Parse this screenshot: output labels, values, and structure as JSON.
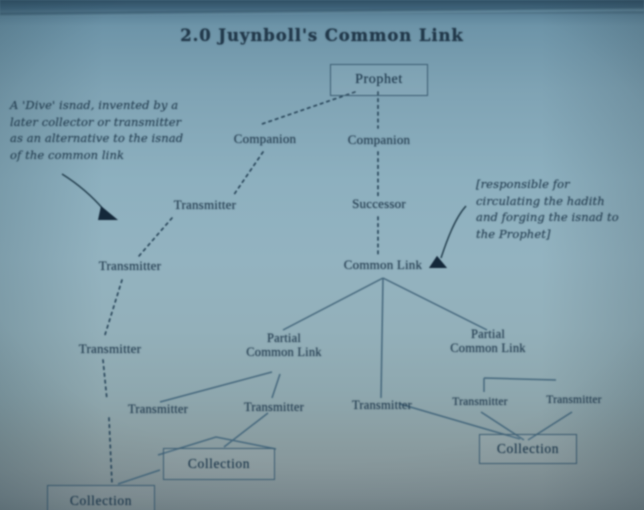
{
  "slide": {
    "title": "2.0 Juynboll's Common Link",
    "medium": "photographed projection slide",
    "palette": {
      "screen_blue": "#8db0bf",
      "screen_grey": "#7e8d92",
      "ink": "#2a4356",
      "line": "#46687d",
      "arrowhead": "#14283a",
      "top_bar": "#2f4f63"
    }
  },
  "annotations": {
    "left": "A 'Dive' isnad, invented by a\nlater collector or transmitter\nas an alternative to the isnad\nof the common link",
    "right": "[responsible for\ncirculating the hadith\nand forging the isnad to\nthe Prophet]"
  },
  "nodes": {
    "prophet": "Prophet",
    "companion_left": "Companion",
    "companion_right": "Companion",
    "transmitter_a": "Transmitter",
    "successor": "Successor",
    "transmitter_b": "Transmitter",
    "common_link": "Common Link",
    "transmitter_c": "Transmitter",
    "partial_left": "Partial\nCommon Link",
    "partial_right": "Partial\nCommon Link",
    "transmitter_r1": "Transmitter",
    "transmitter_r2": "Transmitter",
    "transmitter_r3": "Transmitter",
    "transmitter_r4": "Transmitter",
    "transmitter_r5": "Transmitter",
    "collection_mid": "Collection",
    "collection_right": "Collection",
    "collection_bottom": "Collection"
  },
  "edges": {
    "note_solid": "solid lines = authenticated strand below the common link",
    "note_dashed": "dashed lines = the invented 'dive' isnad strand",
    "arrowheads": 2
  }
}
